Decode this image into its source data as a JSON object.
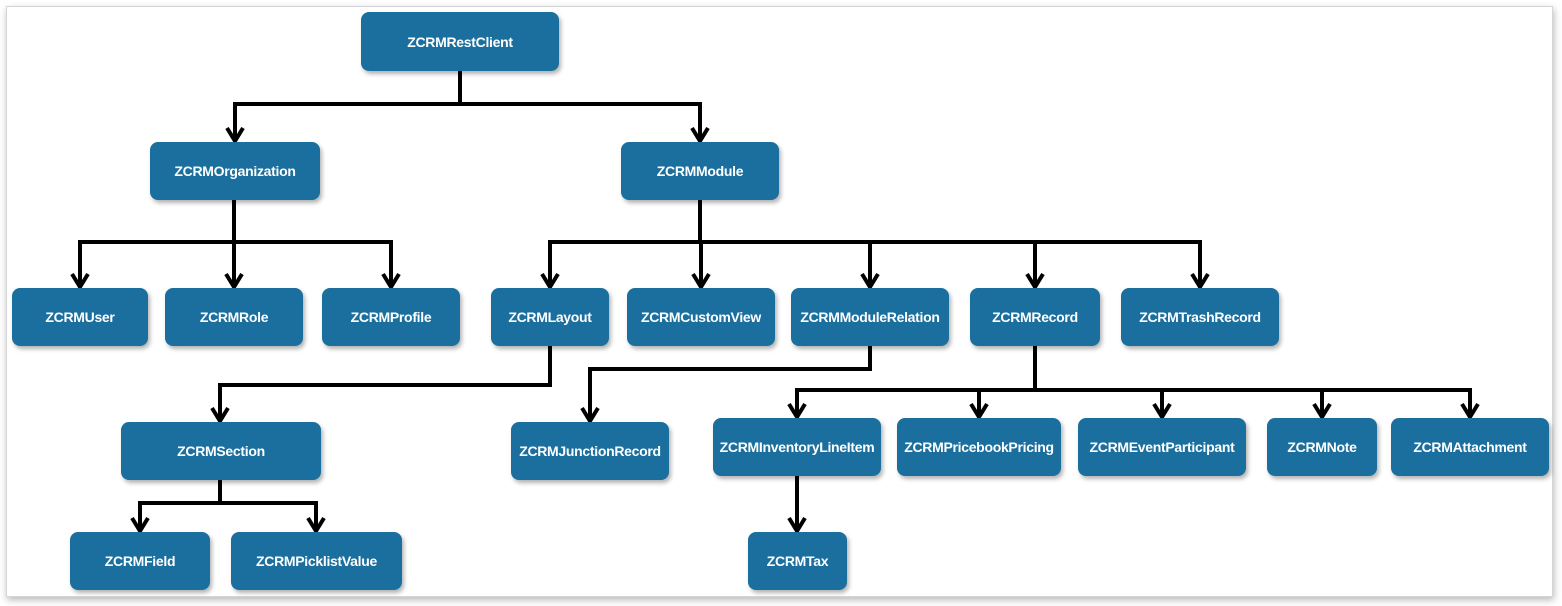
{
  "colors": {
    "node_fill": "#1b6f9e",
    "node_text": "#ffffff",
    "connector": "#000000",
    "background": "#ffffff"
  },
  "nodes": {
    "rest_client": "ZCRMRestClient",
    "organization": "ZCRMOrganization",
    "module": "ZCRMModule",
    "user": "ZCRMUser",
    "role": "ZCRMRole",
    "profile": "ZCRMProfile",
    "layout": "ZCRMLayout",
    "custom_view": "ZCRMCustomView",
    "module_relation": "ZCRMModuleRelation",
    "record": "ZCRMRecord",
    "trash_record": "ZCRMTrashRecord",
    "section": "ZCRMSection",
    "junction_record": "ZCRMJunctionRecord",
    "inventory_line_item": "ZCRMInventoryLineItem",
    "pricebook_pricing": "ZCRMPricebookPricing",
    "event_participant": "ZCRMEventParticipant",
    "note": "ZCRMNote",
    "attachment": "ZCRMAttachment",
    "field": "ZCRMField",
    "picklist_value": "ZCRMPicklistValue",
    "tax": "ZCRMTax"
  },
  "edges": [
    [
      "rest_client",
      "organization"
    ],
    [
      "rest_client",
      "module"
    ],
    [
      "organization",
      "user"
    ],
    [
      "organization",
      "role"
    ],
    [
      "organization",
      "profile"
    ],
    [
      "module",
      "layout"
    ],
    [
      "module",
      "custom_view"
    ],
    [
      "module",
      "module_relation"
    ],
    [
      "module",
      "record"
    ],
    [
      "module",
      "trash_record"
    ],
    [
      "layout",
      "section"
    ],
    [
      "module_relation",
      "junction_record"
    ],
    [
      "record",
      "inventory_line_item"
    ],
    [
      "record",
      "pricebook_pricing"
    ],
    [
      "record",
      "event_participant"
    ],
    [
      "record",
      "note"
    ],
    [
      "record",
      "attachment"
    ],
    [
      "section",
      "field"
    ],
    [
      "section",
      "picklist_value"
    ],
    [
      "inventory_line_item",
      "tax"
    ]
  ]
}
